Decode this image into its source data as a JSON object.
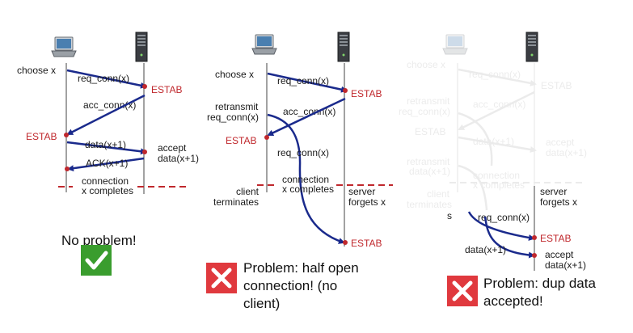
{
  "panel1": {
    "labels": {
      "choose": "choose x",
      "req": "req_conn(x)",
      "estab_server": "ESTAB",
      "acc": "acc_conn(x)",
      "estab_client": "ESTAB",
      "data": "data(x+1)",
      "accept_1": "accept",
      "accept_2": "data(x+1)",
      "ack": "ACK(x+1)",
      "conn_1": "connection",
      "conn_2": "x completes"
    },
    "caption": "No problem!",
    "status_color": "#3a9d2e"
  },
  "panel2": {
    "labels": {
      "choose": "choose x",
      "req": "req_conn(x)",
      "estab_server": "ESTAB",
      "retransmit_1": "retransmit",
      "retransmit_2": "req_conn(x)",
      "acc": "acc_conn(x)",
      "estab_client": "ESTAB",
      "req2": "req_conn(x)",
      "conn_1": "connection",
      "conn_2": "x completes",
      "client_1": "client",
      "client_2": "terminates",
      "server_1": "server",
      "server_2": "forgets x",
      "estab_late": "ESTAB"
    },
    "caption_lines": [
      "Problem: half open",
      "connection! (no",
      "client)"
    ],
    "status_color": "#e0393e"
  },
  "panel3": {
    "labels": {
      "choose": "choose x",
      "req": "req_conn(x)",
      "estab_server": "ESTAB",
      "retransmit_1": "retransmit",
      "retransmit_2": "req_conn(x)",
      "acc": "acc_conn(x)",
      "estab_client": "ESTAB",
      "retr_data_1": "retransmit",
      "retr_data_2": "data(x+1)",
      "data": "data(x+1)",
      "accept_f1": "accept",
      "accept_f2": "data(x+1)",
      "conn_1": "connection",
      "conn_2": "x completes",
      "client_1": "client",
      "client_2": "terminates",
      "s_mark": "s",
      "server_1": "server",
      "server_2": "forgets x",
      "req_late": "req_conn(x)",
      "estab_late": "ESTAB",
      "data_late": "data(x+1)",
      "accept_1": "accept",
      "accept_2": "data(x+1)"
    },
    "caption_lines": [
      "Problem: dup data",
      "accepted!"
    ],
    "status_color": "#e0393e"
  },
  "colors": {
    "arrow": "#1a2a8c",
    "estab": "#c0282d",
    "dashed": "#c0282d",
    "faded": "#dcdcdc"
  }
}
